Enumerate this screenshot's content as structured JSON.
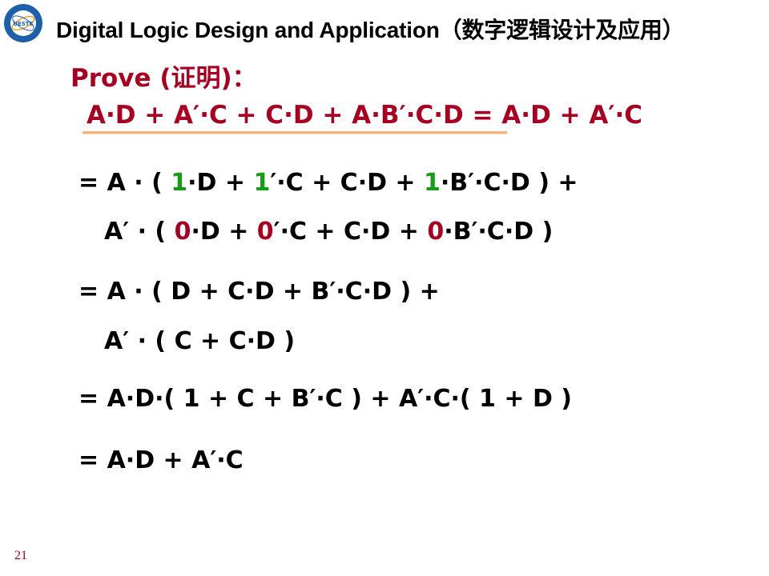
{
  "header": {
    "logo_text": "UESTC 1956",
    "title": "Digital Logic Design and Application（数字逻辑设计及应用）"
  },
  "slide": {
    "heading": "Prove (证明)：",
    "statement": "A·D + A′·C + C·D + A·B′·C·D = A·D + A′·C",
    "colors": {
      "red": "#a50021",
      "green": "#1a9a1a",
      "black": "#000000",
      "underline": "#f2b47c"
    },
    "steps": [
      [
        {
          "t": "= A · ( ",
          "c": "black"
        },
        {
          "t": "1",
          "c": "green"
        },
        {
          "t": "·D + ",
          "c": "black"
        },
        {
          "t": "1",
          "c": "green"
        },
        {
          "t": "′·C + C·D + ",
          "c": "black"
        },
        {
          "t": "1",
          "c": "green"
        },
        {
          "t": "·B′·C·D ) +",
          "c": "black"
        }
      ],
      [
        {
          "t": "A′ · ( ",
          "c": "black"
        },
        {
          "t": "0",
          "c": "red"
        },
        {
          "t": "·D + ",
          "c": "black"
        },
        {
          "t": "0",
          "c": "red"
        },
        {
          "t": "′·C + C·D + ",
          "c": "black"
        },
        {
          "t": "0",
          "c": "red"
        },
        {
          "t": "·B′·C·D )",
          "c": "black"
        }
      ],
      [
        {
          "t": "= A · ( D + C·D + B′·C·D ) +",
          "c": "black"
        }
      ],
      [
        {
          "t": "A′ · ( C + C·D )",
          "c": "black"
        }
      ],
      [
        {
          "t": "= A·D·( 1 + C + B′·C ) + A′·C·( 1 + D )",
          "c": "black"
        }
      ],
      [
        {
          "t": "= A·D + A′·C",
          "c": "black"
        }
      ]
    ],
    "page_number": "21"
  }
}
